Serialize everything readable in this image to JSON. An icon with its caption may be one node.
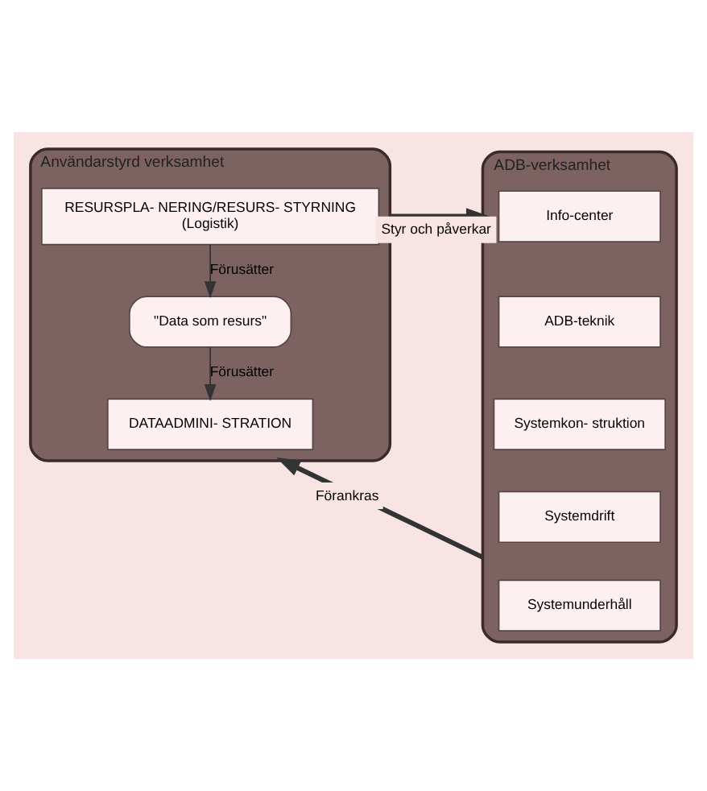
{
  "diagram": {
    "nodes": [
      {
        "text": [
          "Användarstyrd verksamhet"
        ]
      },
      {
        "text": [
          "RESURSPLA- NERING/RESURS- STYRNING",
          "(Logistik)"
        ],
        "in": 0
      },
      {
        "text": [
          "\"Data som resurs\""
        ],
        "in": 0
      },
      {
        "text": [
          "DATAADMINI- STRATION"
        ],
        "in": 0
      },
      {
        "text": [
          "ADB-verksamhet"
        ]
      },
      {
        "text": [
          "Info-center"
        ],
        "in": 4
      },
      {
        "text": [
          "ADB-teknik"
        ],
        "in": 4
      },
      {
        "text": [
          "Systemkon- struktion"
        ],
        "in": 4
      },
      {
        "text": [
          "Systemdrift"
        ],
        "in": 4
      },
      {
        "text": [
          "Systemunderhåll"
        ],
        "in": 4
      }
    ],
    "edges": [
      {
        "from": 1,
        "to": 2,
        "arrow": "to",
        "label": "Förusätter"
      },
      {
        "from": 2,
        "to": 3,
        "arrow": "to",
        "label": "Förusätter"
      },
      {
        "from": 0,
        "to": 4,
        "arrow": "to",
        "label": "Styr och påverkar",
        "style": "thick"
      },
      {
        "from": 4,
        "to": 0,
        "arrow": "to",
        "label": "Förankras",
        "style": "thick"
      }
    ]
  }
}
